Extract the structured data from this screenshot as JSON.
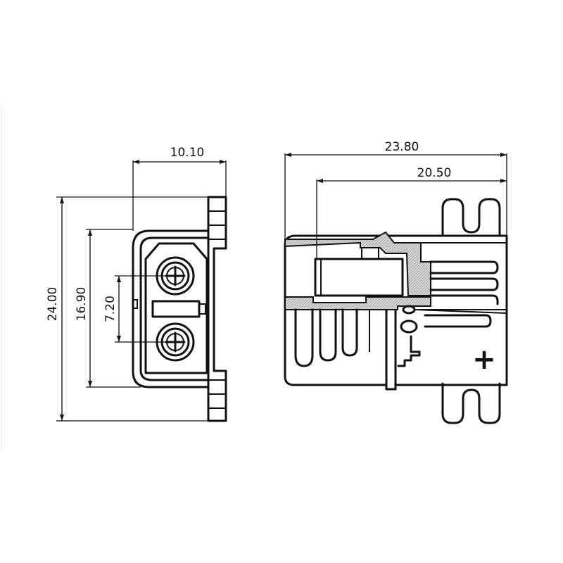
{
  "front_view": {
    "width_dim": "10.10",
    "height_dim": "24.00",
    "inner_height_dim": "16.90",
    "pin_pitch_dim": "7.20"
  },
  "side_view": {
    "overall_length_dim": "23.80",
    "body_length_dim": "20.50",
    "polarity_mark": "+"
  },
  "colors": {
    "line": "#111111",
    "hatch": "#cfcfcf",
    "background": "#ffffff"
  }
}
